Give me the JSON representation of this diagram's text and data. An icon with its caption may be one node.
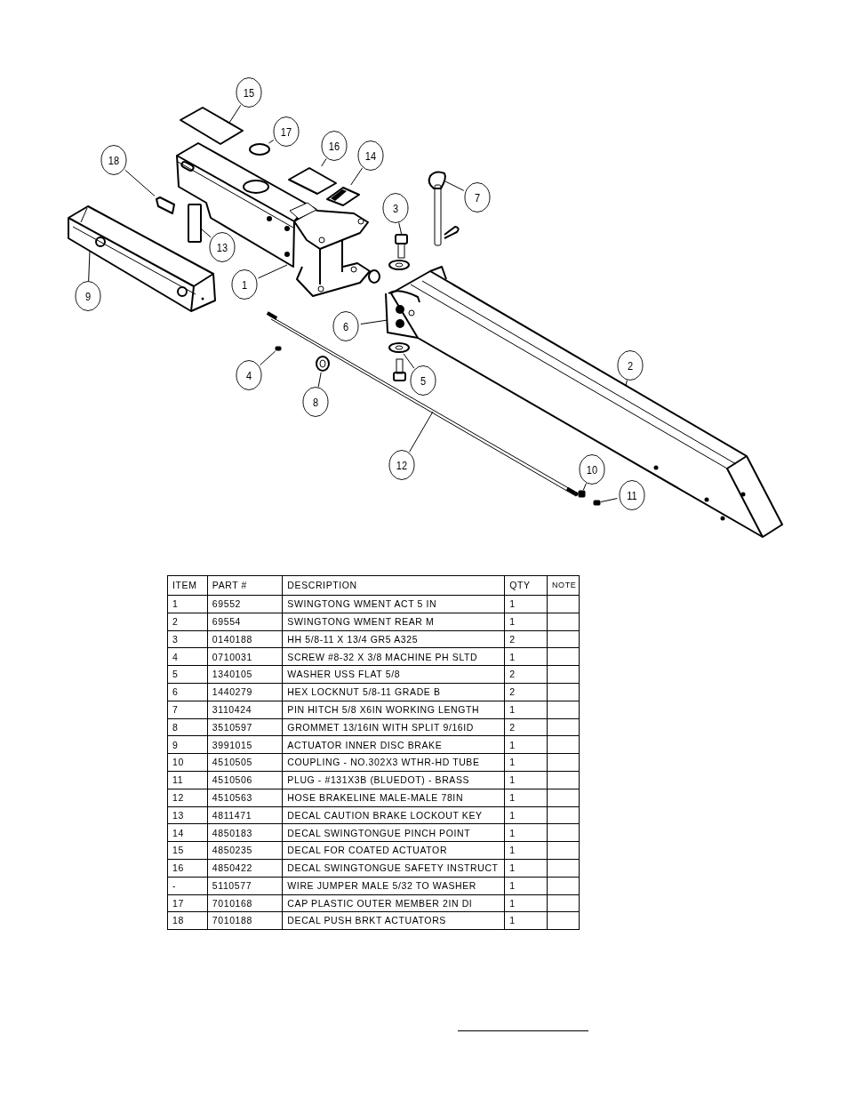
{
  "diagram": {
    "nodes": [
      {
        "text": [
          "15"
        ]
      },
      {
        "text": [
          "17"
        ]
      },
      {
        "text": [
          "18"
        ]
      },
      {
        "text": [
          "16"
        ]
      },
      {
        "text": [
          "14"
        ]
      },
      {
        "text": [
          "7"
        ]
      },
      {
        "text": [
          "3"
        ]
      },
      {
        "text": [
          "13"
        ]
      },
      {
        "text": [
          "1"
        ]
      },
      {
        "text": [
          "9"
        ]
      },
      {
        "text": [
          "6"
        ]
      },
      {
        "text": [
          "4"
        ]
      },
      {
        "text": [
          "5"
        ]
      },
      {
        "text": [
          "8"
        ]
      },
      {
        "text": [
          "2"
        ]
      },
      {
        "text": [
          "12"
        ]
      },
      {
        "text": [
          "10"
        ]
      },
      {
        "text": [
          "11"
        ]
      },
      {
        "text": [],
        "shape": "picture"
      },
      {
        "text": [],
        "shape": "circle"
      },
      {
        "text": [],
        "shape": "picture"
      },
      {
        "text": [],
        "shape": "picture"
      },
      {
        "text": [],
        "shape": "picture"
      },
      {
        "text": [],
        "shape": "picture"
      },
      {
        "text": [],
        "shape": "picture"
      },
      {
        "text": [],
        "shape": "box"
      },
      {
        "text": [],
        "shape": "box"
      },
      {
        "text": [],
        "shape": "picture"
      },
      {
        "text": [],
        "shape": "picture"
      },
      {
        "text": [],
        "shape": "box"
      },
      {
        "text": [],
        "shape": "box"
      }
    ],
    "edges": [
      {
        "from": 0,
        "to": 18,
        "arrow": "none"
      },
      {
        "from": 1,
        "to": 19,
        "arrow": "none"
      },
      {
        "from": 2,
        "to": 20,
        "arrow": "none"
      },
      {
        "from": 3,
        "to": 21,
        "arrow": "none"
      },
      {
        "from": 4,
        "to": 22,
        "arrow": "none"
      },
      {
        "from": 5,
        "to": 23,
        "arrow": "none"
      },
      {
        "from": 6,
        "to": 24,
        "arrow": "none"
      },
      {
        "from": 7,
        "to": 25,
        "arrow": "none"
      },
      {
        "from": 8,
        "to": null,
        "arrow": "none"
      },
      {
        "from": 9,
        "to": null,
        "arrow": "none"
      },
      {
        "from": 10,
        "to": null,
        "arrow": "none"
      },
      {
        "from": 11,
        "to": 26,
        "arrow": "none"
      },
      {
        "from": 12,
        "to": 27,
        "arrow": "none"
      },
      {
        "from": 13,
        "to": 28,
        "arrow": "none"
      },
      {
        "from": 14,
        "to": null,
        "arrow": "none"
      },
      {
        "from": 15,
        "to": null,
        "arrow": "none"
      },
      {
        "from": 16,
        "to": 29,
        "arrow": "none"
      },
      {
        "from": 17,
        "to": 30,
        "arrow": "none"
      }
    ],
    "labels": [
      "ITEM",
      "PART #",
      "DESCRIPTION",
      "QTY",
      "NOTE",
      "1",
      "69552",
      "SWINGTONG WMENT ACT 5 IN",
      "1",
      "2",
      "69554",
      "SWINGTONG WMENT REAR M",
      "1",
      "3",
      "0140188",
      "HH 5/8-11 X 13/4  GR5 A325",
      "2",
      "4",
      "0710031",
      "SCREW #8-32 X 3/8 MACHINE PH SLTD",
      "1",
      "5",
      "1340105",
      "WASHER USS FLAT 5/8",
      "2",
      "6",
      "1440279",
      "HEX LOCKNUT 5/8-11 GRADE B",
      "2",
      "7",
      "3110424",
      "PIN HITCH 5/8 X6IN WORKING LENGTH",
      "1",
      "8",
      "3510597",
      "GROMMET 13/16IN  WITH SPLIT 9/16ID",
      "2",
      "9",
      "3991015",
      "ACTUATOR INNER  DISC BRAKE",
      "1",
      "10",
      "4510505",
      "COUPLING - NO.302X3 WTHR-HD TUBE",
      "1",
      "11",
      "4510506",
      "PLUG - #131X3B (BLUEDOT) - BRASS",
      "1",
      "12",
      "4510563",
      "HOSE BRAKELINE MALE-MALE 78IN",
      "1",
      "13",
      "4811471",
      "DECAL CAUTION BRAKE LOCKOUT KEY",
      "1",
      "14",
      "4850183",
      "DECAL SWINGTONGUE PINCH POINT",
      "1",
      "15",
      "4850235",
      "DECAL FOR COATED ACTUATOR",
      "1",
      "16",
      "4850422",
      "DECAL SWINGTONGUE SAFETY INSTRUCT",
      "1",
      "-",
      "5110577",
      "WIRE JUMPER MALE 5/32 TO WASHER",
      "1",
      "17",
      "7010168",
      "CAP  PLASTIC OUTER MEMBER 2IN DI",
      "1",
      "18",
      "7010188",
      "DECAL PUSH BRKT ACTUATORS",
      "1"
    ]
  }
}
